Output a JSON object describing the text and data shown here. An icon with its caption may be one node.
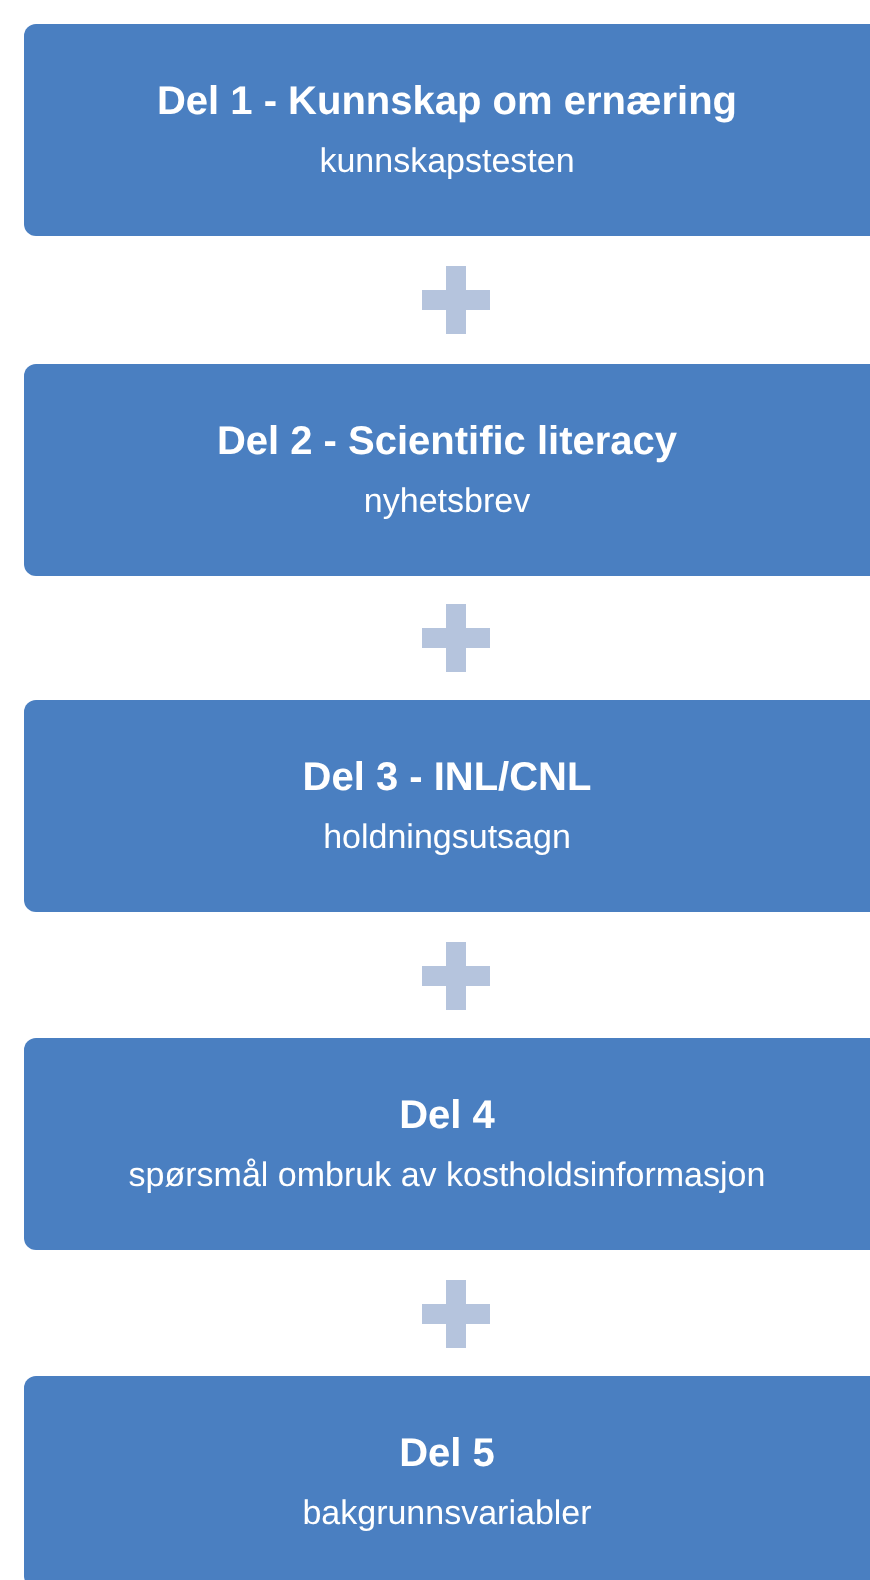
{
  "diagram": {
    "nodes": [
      {
        "text": [
          "Del 1 - Kunnskap om ernæring",
          "kunnskapstesten"
        ]
      },
      {
        "text": [
          "Del 2 - Scientific literacy",
          "nyhetsbrev"
        ]
      },
      {
        "text": [
          "Del 3 - INL/CNL",
          "holdningsutsagn"
        ]
      },
      {
        "text": [
          "Del 4",
          "spørsmål ombruk av kostholdsinformasjon"
        ]
      },
      {
        "text": [
          "Del 5",
          "bakgrunnsvariabler"
        ]
      }
    ]
  }
}
